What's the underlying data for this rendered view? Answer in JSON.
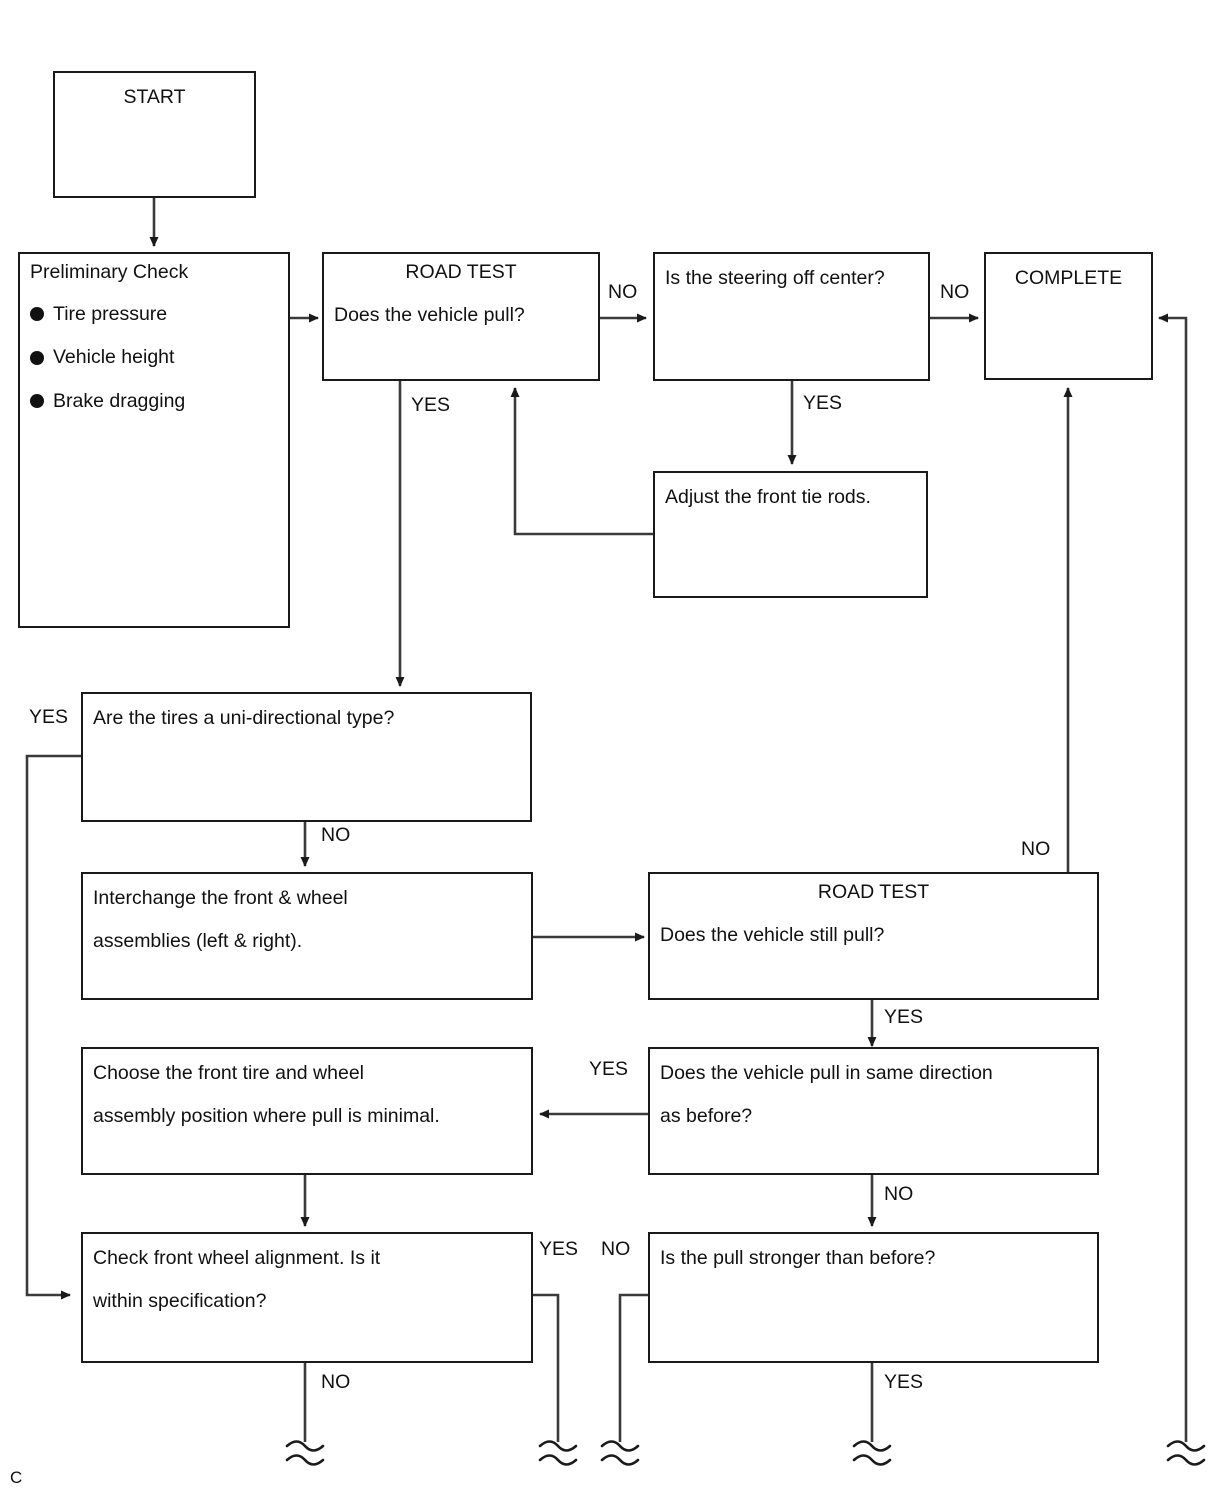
{
  "diagram": {
    "title_mark": "C",
    "stroke_color": "#1a1a1a",
    "background_color": "#ffffff",
    "nodes": {
      "start": {
        "label": "START"
      },
      "preliminary": {
        "title": "Preliminary Check",
        "bullets": [
          "Tire pressure",
          "Vehicle height",
          "Brake dragging"
        ]
      },
      "road_test_1": {
        "header": "ROAD TEST",
        "question": "Does the vehicle pull?"
      },
      "steering": {
        "question": "Is the steering off center?"
      },
      "complete": {
        "label": "COMPLETE"
      },
      "tie_rods": {
        "text": "Adjust the front tie rods."
      },
      "unidirectional": {
        "question": "Are the tires a uni-directional type?"
      },
      "interchange": {
        "line1": "Interchange the front & wheel",
        "line2": "assemblies (left & right)."
      },
      "road_test_2": {
        "header": "ROAD TEST",
        "question": "Does the vehicle still pull?"
      },
      "choose_position": {
        "line1": "Choose the front tire and wheel",
        "line2": "assembly position where pull is minimal."
      },
      "same_direction": {
        "line1": "Does the vehicle pull in same direction",
        "line2": "as before?"
      },
      "alignment": {
        "line1": "Check front wheel alignment. Is it",
        "line2": "within specification?"
      },
      "stronger": {
        "question": "Is the pull stronger than before?"
      }
    },
    "edge_labels": {
      "rt1_no": "NO",
      "rt1_yes": "YES",
      "steering_no": "NO",
      "steering_yes": "YES",
      "unidir_yes": "YES",
      "unidir_no": "NO",
      "rt2_no": "NO",
      "rt2_yes": "YES",
      "samedir_yes": "YES",
      "samedir_no": "NO",
      "alignment_no": "NO",
      "alignment_yes": "YES",
      "stronger_no": "NO",
      "stronger_yes": "YES"
    }
  }
}
